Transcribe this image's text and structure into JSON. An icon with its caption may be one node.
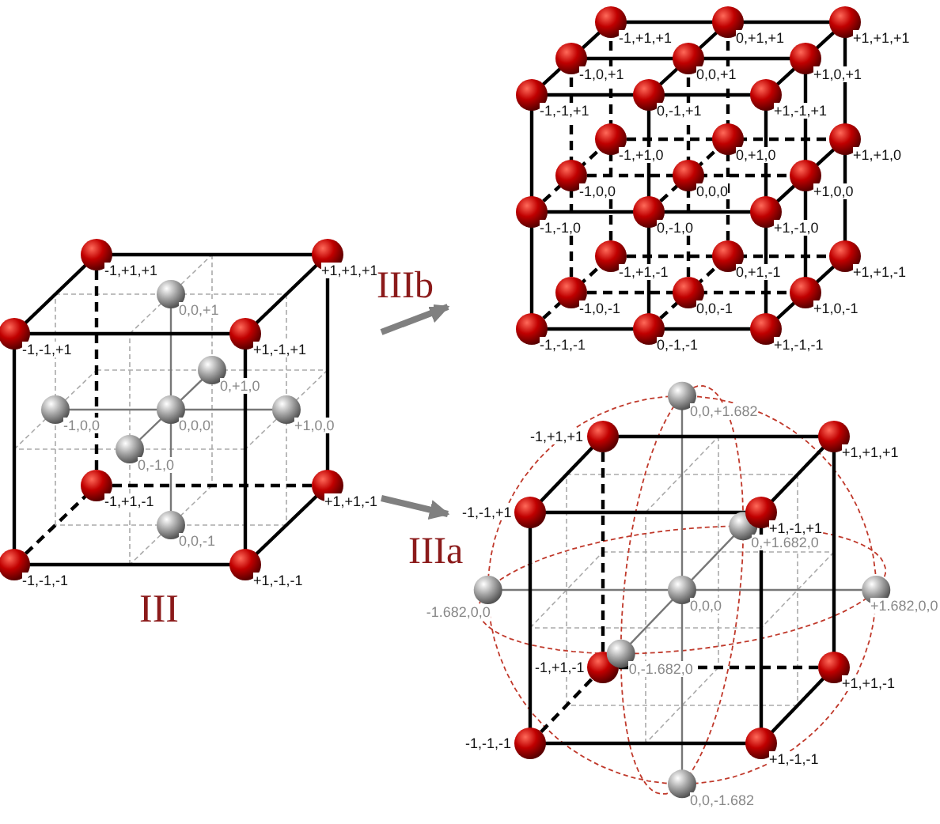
{
  "diagram": {
    "nodes": [
      {
        "text": [
          "III"
        ]
      },
      {
        "text": [],
        "shape": "picture"
      },
      {
        "text": [],
        "shape": "picture"
      }
    ],
    "edges": [
      {
        "from": 0,
        "to": 1,
        "arrow": "to",
        "label": "IIIb"
      },
      {
        "from": 0,
        "to": 2,
        "arrow": "to",
        "label": "IIIa"
      }
    ],
    "labels": [
      "-1,+1,+1",
      "+1,+1,+1",
      "0,0,+1",
      "-1,-1,+1",
      "+1,-1,+1",
      "0,+1,0",
      "-1,0,0",
      "0,0,0",
      "+1,0,0",
      "0,-1,0",
      "-1,+1,-1",
      "+1,+1,-1",
      "0,0,-1",
      "-1,-1,-1",
      "+1,-1,-1",
      "-1,+1,+1",
      "0,+1,+1",
      "+1,+1,+1",
      "-1,0,+1",
      "0,0,+1",
      "+1,0,+1",
      "-1,-1,+1",
      "0,-1,+1",
      "+1,-1,+1",
      "-1,+1,0",
      "0,+1,0",
      "+1,+1,0",
      "-1,0,0",
      "0,0,0",
      "+1,0,0",
      "-1,-1,0",
      "0,-1,0",
      "+1,-1,0",
      "-1,+1,-1",
      "0,+1,-1",
      "+1,+1,-1",
      "-1,0,-1",
      "0,0,-1",
      "+1,0,-1",
      "-1,-1,-1",
      "0,-1,-1",
      "+1,-1,-1",
      "0,0,+1.682",
      "-1,+1,+1",
      "+1,+1,+1",
      "-1,-1,+1",
      "0,+1.682,0",
      "+1,-1,+1",
      "-1.682,0,0",
      "0,0,0",
      "+1.682,0,0",
      "-1,+1,-1",
      "0,-1.682,0",
      "+1,+1,-1",
      "-1,-1,-1",
      "+1,-1,-1",
      "0,0,-1.682"
    ]
  }
}
